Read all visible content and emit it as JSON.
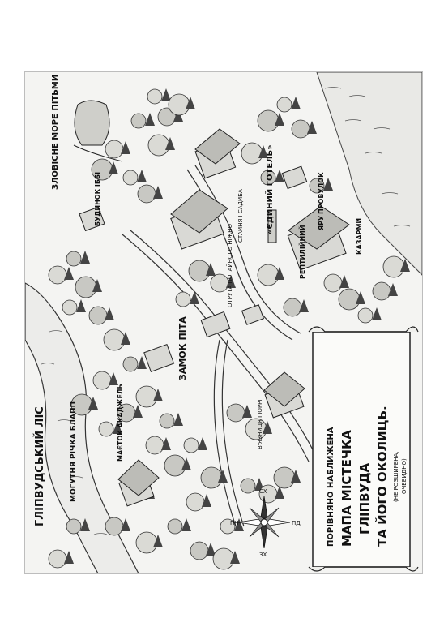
{
  "map": {
    "labels": {
      "forest": "ГЛІПВУДСЬКИЙ ЛІС",
      "river": "МОГУТНЯ РІЧКА БЛАПП",
      "mansion": "МАЄТОК АКАДЖЕЛЬ",
      "castle": "ЗАМОК ПІТА",
      "inn": "«ЄДИНИЙ ГОТЕЛЬ»",
      "sea": "ЗЛОВІСНЕ МОРЕ ПІТЬМИ",
      "ibby_house": "БУДИНОК ІББІ",
      "stables": "СТАЙНЯ І САДИБА",
      "reptile_house": "РЕПТИЛІЙНИЙ",
      "poison_shop": "ОТРУТА ПОТАЙНОГО НІЖНО",
      "ravine": "ПРОВУЛОК",
      "ravine2": "ЯРУ",
      "barracks": "КАЗАРМИ",
      "prison": "В'ЯЗНИЦЯ ГІОРРІ"
    },
    "compass": {
      "north": "ПН",
      "south": "ПД",
      "east": "СХ",
      "west": "ЗХ"
    },
    "scroll": {
      "line1": "ПОРІВНЯНО НАБЛИЖЕНА",
      "line2": "МАПА МІСТЕЧКА",
      "line3": "ГЛІПВУДА",
      "line4": "ТА ЙОГО ОКОЛИЦЬ.",
      "note1": "(НЕ РОЗШИРЕНА,",
      "note2": "ОЧЕВИДНО)"
    }
  }
}
